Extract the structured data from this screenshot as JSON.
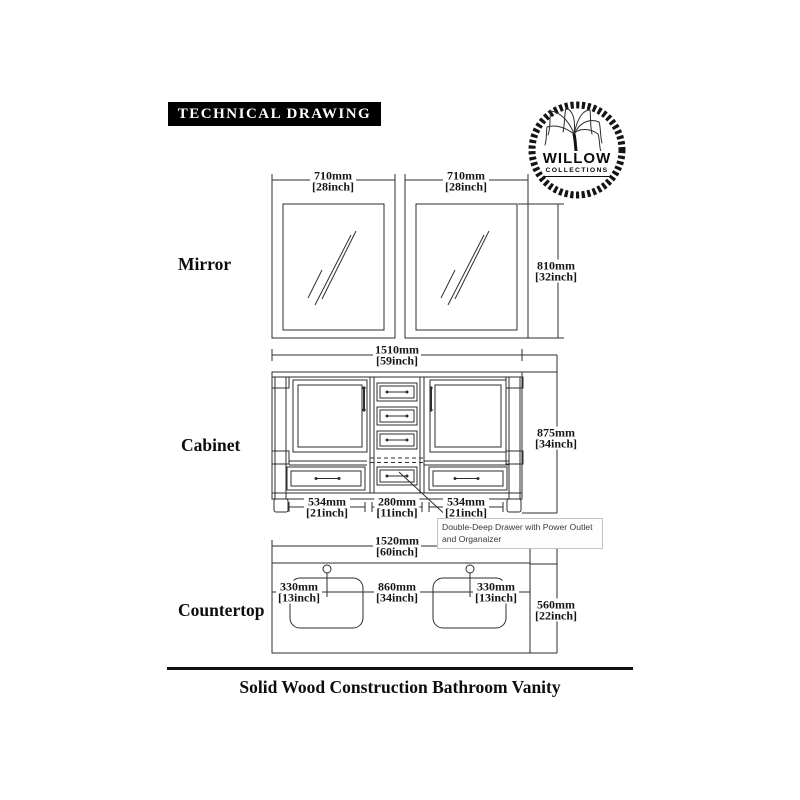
{
  "header": {
    "title": "TECHNICAL DRAWING"
  },
  "logo": {
    "brand": "WILLOW",
    "sub_brand": "COLLECTIONS"
  },
  "section_labels": {
    "mirror": "Mirror",
    "cabinet": "Cabinet",
    "countertop": "Countertop"
  },
  "dimensions": {
    "mirror_width_left": {
      "mm": "710mm",
      "inch": "[28inch]"
    },
    "mirror_width_right": {
      "mm": "710mm",
      "inch": "[28inch]"
    },
    "mirror_height": {
      "mm": "810mm",
      "inch": "[32inch]"
    },
    "cabinet_width": {
      "mm": "1510mm",
      "inch": "[59inch]"
    },
    "cabinet_height": {
      "mm": "875mm",
      "inch": "[34inch]"
    },
    "cabinet_door_left": {
      "mm": "534mm",
      "inch": "[21inch]"
    },
    "cabinet_drawer_center": {
      "mm": "280mm",
      "inch": "[11inch]"
    },
    "cabinet_door_right": {
      "mm": "534mm",
      "inch": "[21inch]"
    },
    "countertop_width": {
      "mm": "1520mm",
      "inch": "[60inch]"
    },
    "countertop_depth": {
      "mm": "560mm",
      "inch": "[22inch]"
    },
    "countertop_faucet_left": {
      "mm": "330mm",
      "inch": "[13inch]"
    },
    "countertop_faucet_span": {
      "mm": "860mm",
      "inch": "[34inch]"
    },
    "countertop_faucet_right": {
      "mm": "330mm",
      "inch": "[13inch]"
    }
  },
  "callout": {
    "line1": "Double-Deep Drawer with Power Outlet",
    "line2": "and Organaizer"
  },
  "footer": {
    "caption": "Solid Wood Construction Bathroom Vanity"
  },
  "colors": {
    "line": "#2e2e2e",
    "title_bg": "#000000",
    "title_fg": "#ffffff",
    "callout_border": "#c4c4c4"
  }
}
